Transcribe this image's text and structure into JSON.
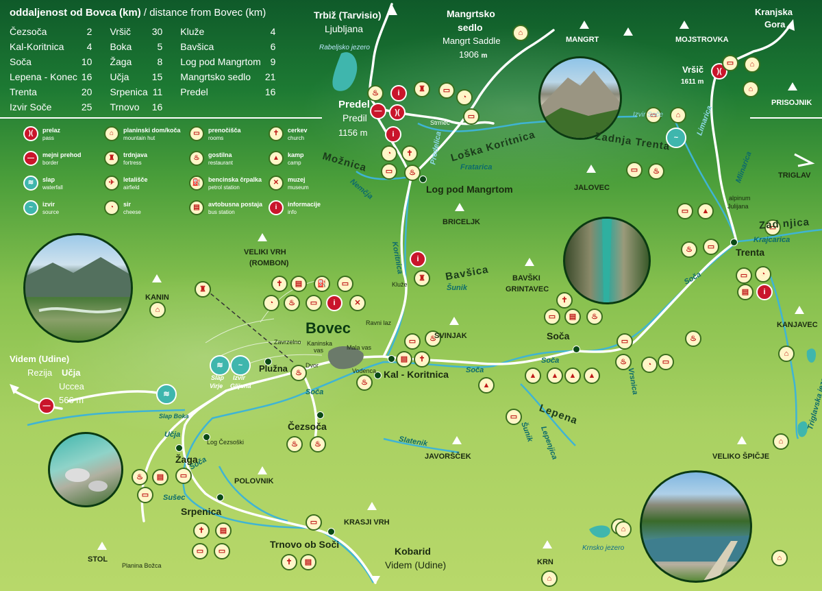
{
  "distance_table": {
    "heading_sl": "oddaljenost od Bovca (km)",
    "heading_en": " / distance from Bovec (km)",
    "rows": [
      [
        [
          "Čezsoča",
          "2"
        ],
        [
          "Vršič",
          "30"
        ],
        [
          "Kluže",
          "4"
        ]
      ],
      [
        [
          "Kal-Koritnica",
          "4"
        ],
        [
          "Boka",
          "5"
        ],
        [
          "Bavšica",
          "6"
        ]
      ],
      [
        [
          "Soča",
          "10"
        ],
        [
          "Žaga",
          "8"
        ],
        [
          "Log pod Mangrtom",
          "9"
        ]
      ],
      [
        [
          "Lepena - Konec",
          "16"
        ],
        [
          "Učja",
          "15"
        ],
        [
          "Mangrtsko sedlo",
          "21"
        ]
      ],
      [
        [
          "Trenta",
          "20"
        ],
        [
          "Srpenica",
          "11"
        ],
        [
          "Predel",
          "16"
        ]
      ],
      [
        [
          "Izvir Soče",
          "25"
        ],
        [
          "Trnovo",
          "16"
        ],
        [
          "",
          ""
        ]
      ]
    ]
  },
  "legend": [
    {
      "icon": "pass-icon",
      "sl": "prelaz",
      "en": "pass",
      "glyph": ")("
    },
    {
      "icon": "border-icon",
      "sl": "mejni prehod",
      "en": "border",
      "glyph": "—"
    },
    {
      "icon": "waterfall-icon",
      "sl": "slap",
      "en": "waterfall",
      "glyph": "≋"
    },
    {
      "icon": "source-icon",
      "sl": "izvir",
      "en": "source",
      "glyph": "~"
    },
    {
      "icon": "mountain-hut-icon",
      "sl": "planinski dom/koča",
      "en": "mountain hut",
      "glyph": "⌂"
    },
    {
      "icon": "fortress-icon",
      "sl": "trdnjava",
      "en": "fortress",
      "glyph": "♜"
    },
    {
      "icon": "airfield-icon",
      "sl": "letališče",
      "en": "airfield",
      "glyph": "✈"
    },
    {
      "icon": "cheese-icon",
      "sl": "sir",
      "en": "cheese",
      "glyph": "◔"
    },
    {
      "icon": "rooms-icon",
      "sl": "prenočišča",
      "en": "rooms",
      "glyph": "▭"
    },
    {
      "icon": "restaurant-icon",
      "sl": "gostilna",
      "en": "restaurant",
      "glyph": "♨"
    },
    {
      "icon": "petrol-station-icon",
      "sl": "bencinska črpalka",
      "en": "petrol station",
      "glyph": "⛽"
    },
    {
      "icon": "bus-station-icon",
      "sl": "avtobusna postaja",
      "en": "bus station",
      "glyph": "▤"
    },
    {
      "icon": "church-icon",
      "sl": "cerkev",
      "en": "church",
      "glyph": "✝"
    },
    {
      "icon": "camp-icon",
      "sl": "kamp",
      "en": "camp",
      "glyph": "▲"
    },
    {
      "icon": "museum-icon",
      "sl": "muzej",
      "en": "museum",
      "glyph": "✕"
    },
    {
      "icon": "info-icon",
      "sl": "informacije",
      "en": "info",
      "glyph": "i"
    }
  ],
  "labels": {
    "trbiz": "Trbiž (Tarvisio)",
    "ljubljana_top": "Ljubljana",
    "rabeljsko": "Rabeljsko jezero",
    "mangrtsko1": "Mangrtsko",
    "mangrtsko2": "sedlo",
    "mangrt_saddle": "Mangrt Saddle",
    "saddle_alt_num": "1906",
    "unit_m": "m",
    "mangrt": "MANGRT",
    "mojstrovka": "MOJSTROVKA",
    "kranjska1": "Kranjska",
    "kranjska2": "Gora",
    "vrsic": "Vršič",
    "vrsic_alt": "1611 m",
    "prisojnik": "PRISOJNIK",
    "predel": "Predel",
    "predil": "Predil",
    "predel_alt": "1156 m",
    "strmec": "Strmec",
    "loska": "Loška Koritnica",
    "predelica": "Predelica",
    "fratarica": "Fratarica",
    "moznica": "Možnica",
    "nemcja": "Nemčja",
    "log_pod": "Log pod Mangrtom",
    "izvir_soce": "Izvir Soče",
    "zadnja_trenta": "Zadnja Trenta",
    "limarica": "Limarica",
    "mlinarica": "Mlinarica",
    "jalovec": "JALOVEC",
    "triglav": "TRIGLAV",
    "briceljk": "BRICELJK",
    "alpinum1": "alpinum",
    "alpinum2": "Julijana",
    "zadnjica": "Zad njica",
    "krajcarica": "Krajcarica",
    "trenta": "Trenta",
    "veliki_vrh1": "VELIKI VRH",
    "veliki_vrh2": "(ROMBON)",
    "kanin": "KANIN",
    "koritnica_r": "Koritnica",
    "kluze": "Kluže",
    "bavsica": "Bavšica",
    "sunik": "Šunik",
    "bavski1": "BAVŠKI",
    "bavski2": "GRINTAVEC",
    "soca_r1": "Soča",
    "soca_r2": "Soča",
    "soca_r3": "Soča",
    "soca_r4": "Soča",
    "soca_r5": "Soča",
    "kanjavec": "KANJAVEC",
    "bovec": "Bovec",
    "ravni_laz": "Ravni laz",
    "kaninska1": "Kaninska",
    "kaninska2": "vas",
    "mala_vas": "Mala vas",
    "zavrzelno": "Zavrzelno",
    "dvor": "Dvor",
    "vodenca": "Vodenca",
    "svinjak": "SVINJAK",
    "soca_town": "Soča",
    "vrsnica": "Vrsnica",
    "kal_koritnica": "Kal - Koritnica",
    "plužna": "Plužna",
    "slap_virje1": "Slap",
    "slap_virje2": "Virje",
    "izvir_glijuna1": "Izvir",
    "izvir_glijuna2": "Glijuna",
    "videm": "Videm (Udine)",
    "rezija": "Rezija",
    "ucja": "Učja",
    "uccea": "Uccea",
    "ucja_alt": "566 m",
    "slap_boka": "Slap Boka",
    "ucja_r": "Učja",
    "log_cezsoski": "Log Čezsoški",
    "cezsoca": "Čezsoča",
    "lepena": "Lepena",
    "sunik2": "Šunik",
    "lepenjica": "Lepenjica",
    "triglavska": "Triglavska jezera",
    "zaga": "Žaga",
    "slatenik": "Slatenik",
    "javorscek": "JAVORŠČEK",
    "veliko_spicje": "VELIKO ŠPIČJE",
    "polovnik": "POLOVNIK",
    "susec": "Sušec",
    "srpenica": "Srpenica",
    "krasji_vrh": "KRASJI VRH",
    "trnovo": "Trnovo ob Soči",
    "kobarid": "Kobarid",
    "videm_bottom": "Videm (Udine)",
    "stol": "STOL",
    "planina_bozca": "Planina Božca",
    "krnsko": "Krnsko jezero",
    "krn": "KRN"
  }
}
